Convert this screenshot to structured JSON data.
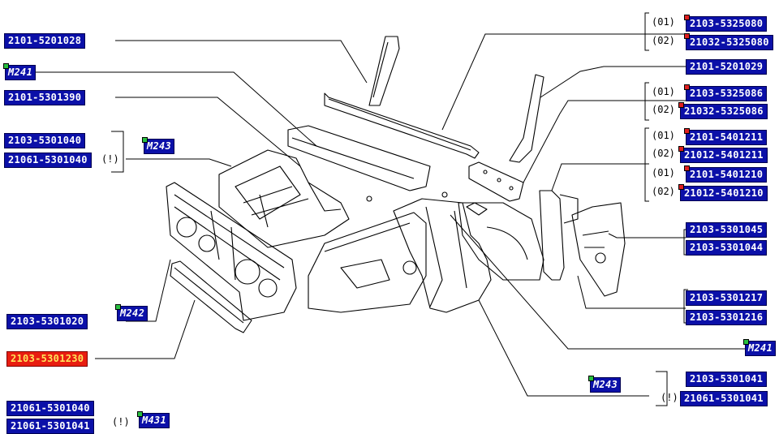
{
  "labels": {
    "l01": "2101-5201028",
    "l02": "M241",
    "l03": "2101-5301390",
    "l04": "2103-5301040",
    "l05": "21061-5301040",
    "l06": "M243",
    "l07": "2103-5301020",
    "l08": "M242",
    "l09": "2103-5301230",
    "l10": "21061-5301040",
    "l11": "21061-5301041",
    "l12": "M431",
    "r01": "2103-5325080",
    "r02": "21032-5325080",
    "r03": "2101-5201029",
    "r04": "2103-5325086",
    "r05": "21032-5325086",
    "r06": "2101-5401211",
    "r07": "21012-5401211",
    "r08": "2101-5401210",
    "r09": "21012-5401210",
    "r10": "2103-5301045",
    "r11": "2103-5301044",
    "r12": "2103-5301217",
    "r13": "2103-5301216",
    "r14": "M241",
    "r15": "M243",
    "r16": "2103-5301041",
    "r17": "21061-5301041"
  },
  "notes": {
    "q1": "(01)",
    "q2": "(02)",
    "excl": "(!)"
  },
  "colors": {
    "label_bg": "#0b10a8",
    "label_text": "#ffffff",
    "selected_bg": "#e81d10",
    "selected_text": "#ffe45a",
    "pin_green": "#28c040",
    "pin_red": "#e02020",
    "line": "#000000"
  }
}
